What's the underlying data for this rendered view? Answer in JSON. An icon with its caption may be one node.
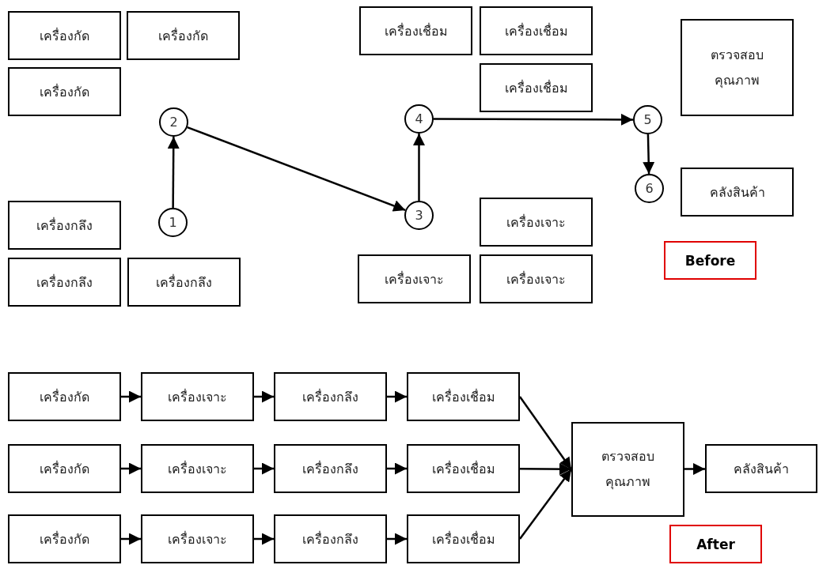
{
  "diagram": {
    "nodes": [
      {
        "text": [
          "เครื่องกัด"
        ]
      },
      {
        "text": [
          "เครื่องกัด"
        ]
      },
      {
        "text": [
          "เครื่องเชื่อม"
        ]
      },
      {
        "text": [
          "เครื่องเชื่อม"
        ]
      },
      {
        "text": [
          "ตรวจสอบคุณภาพ"
        ]
      },
      {
        "text": [
          "เครื่องกัด"
        ]
      },
      {
        "text": [
          "เครื่องเชื่อม"
        ]
      },
      {
        "text": [
          "2"
        ]
      },
      {
        "text": [
          "4"
        ]
      },
      {
        "text": [
          "5"
        ]
      },
      {
        "text": [
          "6"
        ]
      },
      {
        "text": [
          "คลังสินค้า"
        ]
      },
      {
        "text": [
          "1"
        ]
      },
      {
        "text": [
          "เครื่องกลึง"
        ]
      },
      {
        "text": [
          "3"
        ]
      },
      {
        "text": [
          "เครื่องเจาะ"
        ]
      },
      {
        "text": [
          "เครื่องกลึง"
        ]
      },
      {
        "text": [
          "เครื่องกลึง"
        ]
      },
      {
        "text": [
          "เครื่องเจาะ"
        ]
      },
      {
        "text": [
          "เครื่องเจาะ"
        ]
      },
      {
        "text": [
          "Before"
        ]
      },
      {
        "text": [
          "เครื่องกัด"
        ]
      },
      {
        "text": [
          "เครื่องเจาะ"
        ]
      },
      {
        "text": [
          "เครื่องกลึง"
        ]
      },
      {
        "text": [
          "เครื่องเชื่อม"
        ]
      },
      {
        "text": [
          "เครื่องกัด"
        ]
      },
      {
        "text": [
          "เครื่องเจาะ"
        ]
      },
      {
        "text": [
          "เครื่องกลึง"
        ]
      },
      {
        "text": [
          "เครื่องเชื่อม"
        ]
      },
      {
        "text": [
          "เครื่องกัด"
        ]
      },
      {
        "text": [
          "เครื่องเจาะ"
        ]
      },
      {
        "text": [
          "เครื่องกลึง"
        ]
      },
      {
        "text": [
          "เครื่องเชื่อม"
        ]
      },
      {
        "text": [
          "ตรวจสอบคุณภาพ"
        ]
      },
      {
        "text": [
          "คลังสินค้า"
        ]
      },
      {
        "text": [
          "After"
        ]
      }
    ],
    "edges": [
      {
        "from": 12,
        "to": 7,
        "arrow": "to"
      },
      {
        "from": 7,
        "to": 14,
        "arrow": "to"
      },
      {
        "from": 14,
        "to": 8,
        "arrow": "to"
      },
      {
        "from": 8,
        "to": 9,
        "arrow": "to"
      },
      {
        "from": 9,
        "to": 10,
        "arrow": "to"
      },
      {
        "from": 21,
        "to": 22,
        "arrow": "to"
      },
      {
        "from": 22,
        "to": 23,
        "arrow": "to"
      },
      {
        "from": 23,
        "to": 24,
        "arrow": "to"
      },
      {
        "from": 25,
        "to": 26,
        "arrow": "to"
      },
      {
        "from": 26,
        "to": 27,
        "arrow": "to"
      },
      {
        "from": 27,
        "to": 28,
        "arrow": "to"
      },
      {
        "from": 29,
        "to": 30,
        "arrow": "to"
      },
      {
        "from": 30,
        "to": 31,
        "arrow": "to"
      },
      {
        "from": 31,
        "to": 32,
        "arrow": "to"
      },
      {
        "from": 24,
        "to": 33,
        "arrow": "to"
      },
      {
        "from": 28,
        "to": 33,
        "arrow": "to"
      },
      {
        "from": 32,
        "to": 33,
        "arrow": "to"
      },
      {
        "from": 33,
        "to": 34,
        "arrow": "to"
      }
    ]
  }
}
